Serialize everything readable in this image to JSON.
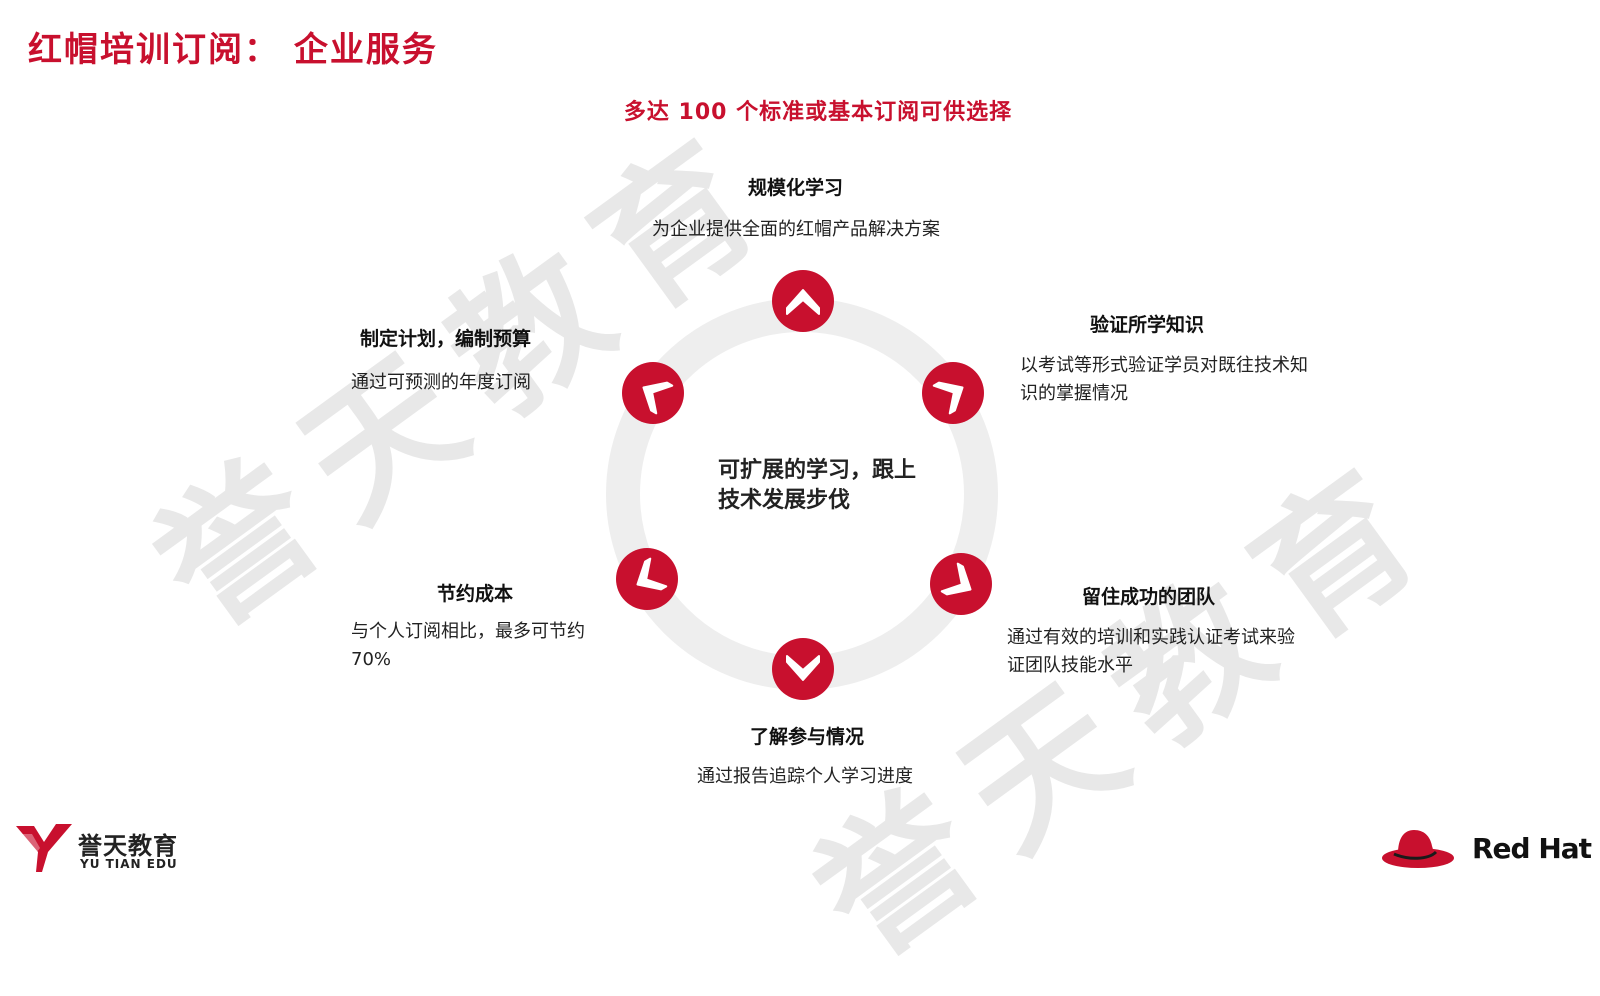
{
  "header": {
    "title": "红帽培训订阅： 企业服务",
    "subtitle": "多达 100 个标准或基本订阅可供选择"
  },
  "center": {
    "text": "可扩展的学习，跟上技术发展步伐"
  },
  "items": {
    "scale": {
      "heading": "规模化学习",
      "text": "为企业提供全面的红帽产品解决方案"
    },
    "verify": {
      "heading": "验证所学知识",
      "text": "以考试等形式验证学员对既往技术知识的掌握情况"
    },
    "retain": {
      "heading": "留住成功的团队",
      "text": "通过有效的培训和实践认证考试来验证团队技能水平"
    },
    "engage": {
      "heading": "了解参与情况",
      "text": "通过报告追踪个人学习进度"
    },
    "save": {
      "heading": "节约成本",
      "text": "与个人订阅相比，最多可节约70%"
    },
    "plan": {
      "heading": "制定计划，编制预算",
      "text": "通过可预测的年度订阅"
    }
  },
  "watermark": "誉天教育",
  "logos": {
    "left_name": "誉天教育",
    "left_sub": "YU TIAN EDU",
    "right_name": "Red Hat"
  },
  "colors": {
    "accent": "#c8102e",
    "ring": "#eeeeee",
    "watermark": "#d6d6d6"
  },
  "icons": [
    "chevron-up-icon",
    "chevron-up-right-icon",
    "chevron-down-right-icon",
    "chevron-down-icon",
    "chevron-down-left-icon",
    "chevron-up-left-icon",
    "yutian-logo-icon",
    "redhat-fedora-icon"
  ]
}
